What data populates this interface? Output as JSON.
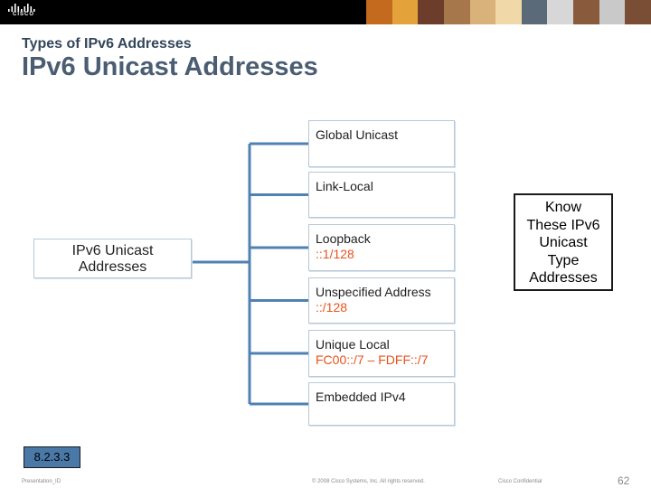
{
  "header": {
    "logo_text": "CISCO",
    "photo_colors": [
      "#c46a1f",
      "#e3a23a",
      "#6b3d2a",
      "#a7774c",
      "#d9b27a",
      "#f0d8a8",
      "#5a6a78",
      "#d7d7d7",
      "#8a5a3c",
      "#c9c9c9",
      "#7a4d35"
    ]
  },
  "slide": {
    "subtitle": "Types of IPv6 Addresses",
    "title": "IPv6 Unicast Addresses"
  },
  "diagram": {
    "root": {
      "line1": "IPv6 Unicast",
      "line2": "Addresses"
    },
    "items": [
      {
        "label": "Global Unicast",
        "value": ""
      },
      {
        "label": "Link-Local",
        "value": ""
      },
      {
        "label": "Loopback",
        "value": "::1/128"
      },
      {
        "label": "Unspecified Address",
        "value": "::/128"
      },
      {
        "label": "Unique Local",
        "value": "FC00::/7 – FDFF::/7"
      },
      {
        "label": "Embedded IPv4",
        "value": ""
      }
    ],
    "connector_color": "#4f81b3"
  },
  "callout": [
    "Know",
    "These IPv6",
    "Unicast",
    "Type",
    "Addresses"
  ],
  "badge": "8.2.3.3",
  "footer": {
    "presentation": "Presentation_ID",
    "copyright": "© 2008 Cisco Systems, Inc. All rights reserved.",
    "confidential": "Cisco Confidential",
    "page": "62"
  }
}
